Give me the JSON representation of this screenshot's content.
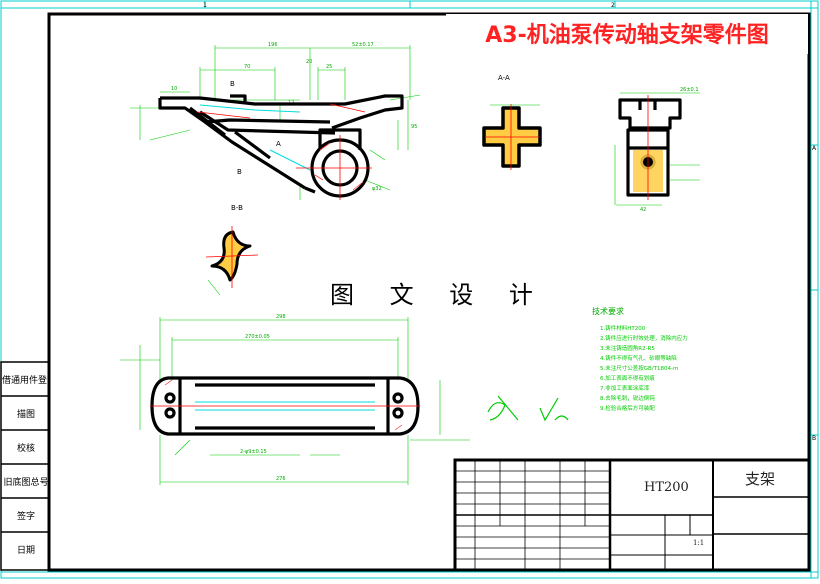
{
  "title": "A3-机油泵传动轴支架零件图",
  "watermark": "图 文 设 计",
  "side_labels": [
    "借通用件登记",
    "描图",
    "校核",
    "旧底图总号",
    "签字",
    "日期"
  ],
  "border_markers": {
    "top": [
      "1",
      "2"
    ],
    "right": [
      "A",
      "B"
    ]
  },
  "section_labels": {
    "aa": "A-A",
    "bb": "B-B",
    "a": "A",
    "b": "B"
  },
  "dims": {
    "d196": "196",
    "d52": "52±0.17",
    "d70": "70",
    "d25": "25",
    "d10": "10",
    "d12": "12",
    "d95": "95",
    "d32": "φ32",
    "d20": "20",
    "d26": "26±0.1",
    "d42": "42",
    "d298": "298",
    "d270": "270±0.05",
    "d276": "276",
    "d2x9": "2-φ9±0.15"
  },
  "tech_requirements": {
    "heading": "技术要求",
    "items": [
      "1.铸件材料HT200",
      "2.铸件应进行时效处理，消除内应力",
      "3.未注铸造圆角R2-R5",
      "4.铸件不得有气孔、砂眼等缺陷",
      "5.未注尺寸公差按GB/T1804-m",
      "6.加工表面不得有划痕",
      "7.非加工表面涂底漆",
      "8.去除毛刺，锐边倒钝",
      "9.检验合格后方可装配"
    ]
  },
  "title_block": {
    "material": "HT200",
    "part_name": "支架",
    "scale": "1:1"
  },
  "colors": {
    "line": "#000000",
    "dimension": "#00cc00",
    "center": "#ff0000",
    "hatch": "#ffcc00",
    "cyan": "#00dddd",
    "title": "#ff2222"
  }
}
